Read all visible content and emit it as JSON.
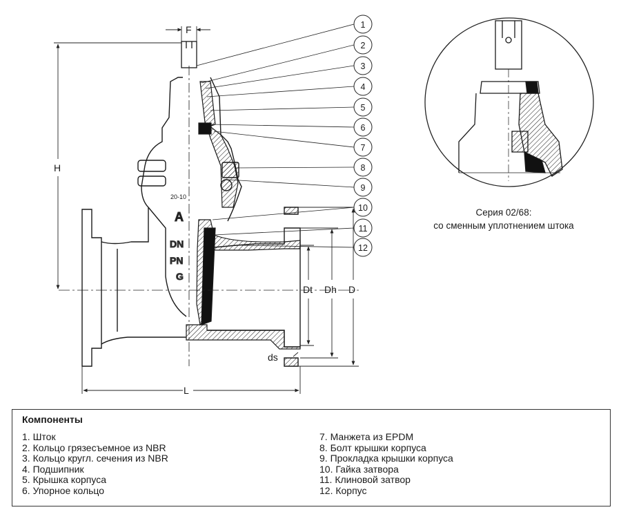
{
  "dimensions": {
    "F": "F",
    "H": "H",
    "L": "L",
    "Dt": "Dt",
    "Dh": "Dh",
    "D": "D",
    "ds": "ds"
  },
  "callouts": [
    "1",
    "2",
    "3",
    "4",
    "5",
    "6",
    "7",
    "8",
    "9",
    "10",
    "11",
    "12"
  ],
  "body_markings": {
    "logo": "A",
    "date": "20-10",
    "dn": "DN",
    "pn": "PN",
    "g": "G"
  },
  "detail_caption": {
    "line1": "Серия 02/68:",
    "line2": "со сменным уплотнением штока"
  },
  "legend": {
    "title": "Компоненты",
    "left": [
      {
        "num": "1.",
        "text": "Шток"
      },
      {
        "num": "2.",
        "text": "Кольцо грязесъемное из NBR"
      },
      {
        "num": "3.",
        "text": "Кольцо кругл. сечения из NBR"
      },
      {
        "num": "4.",
        "text": "Подшипник"
      },
      {
        "num": "5.",
        "text": "Крышка корпуса"
      },
      {
        "num": "6.",
        "text": "Упорное кольцо"
      }
    ],
    "right": [
      {
        "num": "7.",
        "text": "Манжета из EPDM"
      },
      {
        "num": "8.",
        "text": "Болт крышки корпуса"
      },
      {
        "num": "9.",
        "text": "Прокладка крышки корпуса"
      },
      {
        "num": "10.",
        "text": "Гайка затвора"
      },
      {
        "num": "11.",
        "text": "Клиновой затвор"
      },
      {
        "num": "12.",
        "text": "Корпус"
      }
    ]
  }
}
